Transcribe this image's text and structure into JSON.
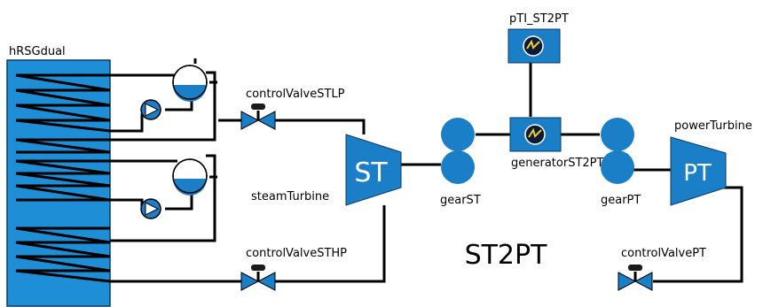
{
  "diagram": {
    "title": "ST2PT",
    "colors": {
      "component_fill": "#1b7fc8",
      "block_border": "#0a3a6a",
      "wire": "#000000",
      "hrsg_fill": "#1e8fd6",
      "sensor_bg": "#0b1a3a",
      "sensor_symbol": "#f0d020"
    },
    "components": {
      "hrsg": {
        "label": "hRSGdual"
      },
      "valve_stlp": {
        "label": "controlValveSTLP"
      },
      "valve_sthp": {
        "label": "controlValveSTHP"
      },
      "steam_turbine": {
        "label": "steamTurbine",
        "text": "ST"
      },
      "gear_st": {
        "label": "gearST"
      },
      "generator": {
        "label": "generatorST2PT"
      },
      "pti": {
        "label": "pTI_ST2PT"
      },
      "gear_pt": {
        "label": "gearPT"
      },
      "power_turbine": {
        "label": "powerTurbine",
        "text": "PT"
      },
      "valve_pt": {
        "label": "controlValvePT"
      }
    }
  }
}
